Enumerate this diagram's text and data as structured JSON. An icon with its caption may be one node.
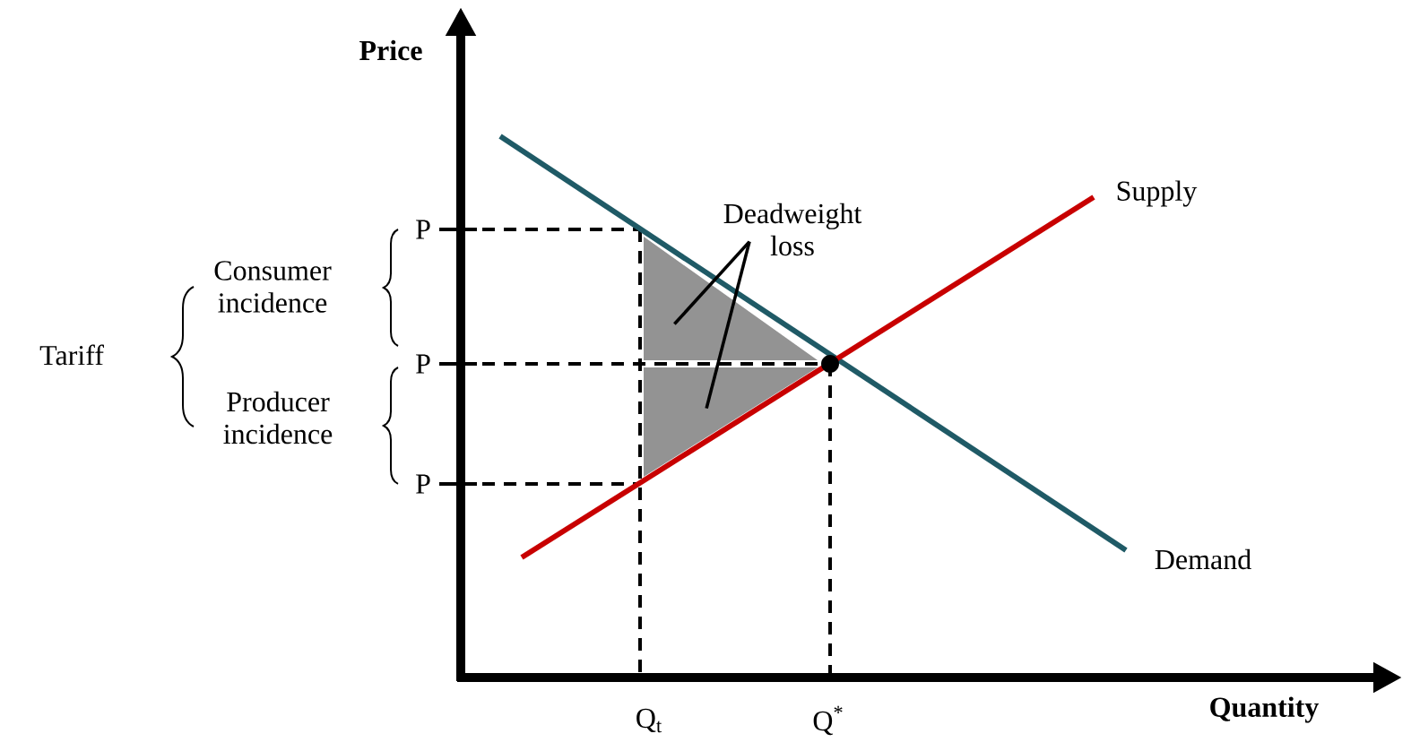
{
  "diagram": {
    "nodes": [
      {
        "text": [
          "Deadweight loss"
        ]
      },
      {
        "text": [],
        "shape": "triangle"
      },
      {
        "text": [],
        "shape": "triangle"
      }
    ],
    "edges": [
      {
        "from": 0,
        "to": 1,
        "arrow": "none"
      },
      {
        "from": 0,
        "to": 2,
        "arrow": "none"
      }
    ],
    "labels": [
      "Price",
      "P",
      "Consumer incidence",
      "Tariff",
      "P",
      "Producer incidence",
      "P",
      "Supply",
      "Demand",
      "Q$_{t}$",
      "Q$^{*}$",
      "Quantity"
    ]
  }
}
